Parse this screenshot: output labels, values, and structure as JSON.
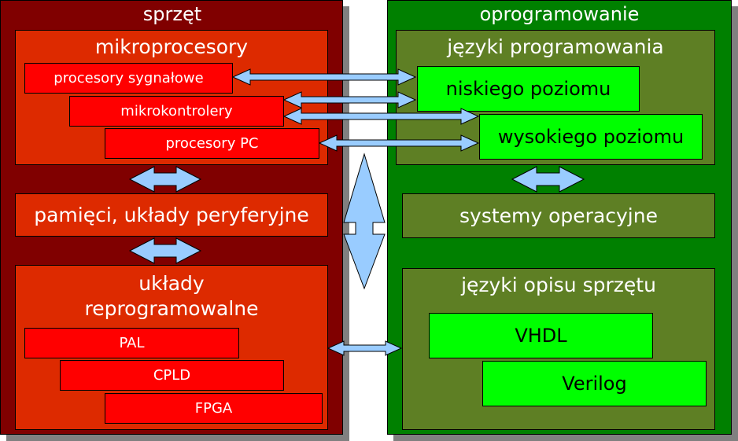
{
  "hardware": {
    "title": "sprzęt",
    "microprocessors": {
      "title": "mikroprocesory",
      "items": [
        "procesory sygnałowe",
        "mikrokontrolery",
        "procesory PC"
      ]
    },
    "memory": {
      "title": "pamięci, układy peryferyjne"
    },
    "reprogrammable": {
      "title_line1": "układy",
      "title_line2": "reprogramowalne",
      "items": [
        "PAL",
        "CPLD",
        "FPGA"
      ]
    }
  },
  "software": {
    "title": "oprogramowanie",
    "languages": {
      "title": "języki programowania",
      "items": [
        "niskiego poziomu",
        "wysokiego poziomu"
      ]
    },
    "os": {
      "title": "systemy operacyjne"
    },
    "hdl": {
      "title": "języki opisu sprzętu",
      "items": [
        "VHDL",
        "Verilog"
      ]
    }
  },
  "colors": {
    "hardware_panel": "#800000",
    "hardware_box": "#dd2a00",
    "hardware_item": "#ff0000",
    "software_panel": "#008000",
    "software_box": "#5e7f24",
    "software_item": "#00ff00",
    "arrow_fill": "#99ccff"
  }
}
